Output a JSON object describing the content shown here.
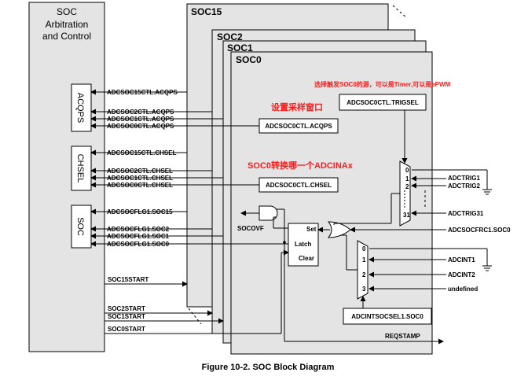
{
  "arbitration": {
    "title": "SOC",
    "line2": "Arbitration",
    "line3": "and Control",
    "acqps_label": "ACQPS",
    "chsel_label": "CHSEL",
    "soc_label": "SOC"
  },
  "layers": {
    "soc15": "SOC15",
    "soc2": "SOC2",
    "soc1": "SOC1",
    "soc0": "SOC0"
  },
  "signals": {
    "acqps": [
      "ADCSOC15CTL.ACQPS",
      "ADCSOC2CTL.ACQPS",
      "ADCSOC1CTL.ACQPS",
      "ADCSOC0CTL.ACQPS"
    ],
    "chsel": [
      "ADCSOC15CTL.CHSEL",
      "ADCSOC2CTL.CHSEL",
      "ADCSOC1CTL.CHSEL",
      "ADCSOC0CTL.CHSEL"
    ],
    "socflg": [
      "ADCSOCFLG1.SOC15",
      "ADCSOCFLG1.SOC2",
      "ADCSOCFLG1.SOC1",
      "ADCSOCFLG1.SOC0"
    ],
    "start": [
      "SOC15START",
      "SOC2START",
      "SOC1START",
      "SOC0START"
    ]
  },
  "registers": {
    "acqps_box": "ADCSOC0CTL.ACQPS",
    "chsel_box": "ADCSOC0CTL.CHSEL",
    "trigsel_box": "ADCSOC0CTL.TRIGSEL",
    "intsel_box": "ADCINTSOCSEL1.SOC0"
  },
  "latch": {
    "set": "Set",
    "latch": "Latch",
    "clear": "Clear"
  },
  "outputs": {
    "socovf": "SOCOVF",
    "reqstamp": "REQSTAMP",
    "frc": "ADCSOCFRC1.SOC0"
  },
  "trig_mux": {
    "inputs": [
      "0",
      "1",
      "2",
      "31"
    ],
    "signals": [
      "ADCTRIG1",
      "ADCTRIG2",
      "ADCTRIG31"
    ]
  },
  "int_mux": {
    "inputs": [
      "0",
      "1",
      "2",
      "3"
    ],
    "signals": [
      "ADCINT1",
      "ADCINT2",
      "undefined"
    ]
  },
  "annotations": {
    "trigger_note": "选择触发SOC0的源，可以是Timer,可以是ePWM",
    "acq_note": "设置采样窗口",
    "chsel_note": "SOC0转换哪一个ADCINAx"
  },
  "caption": "Figure 10-2. SOC Block Diagram"
}
